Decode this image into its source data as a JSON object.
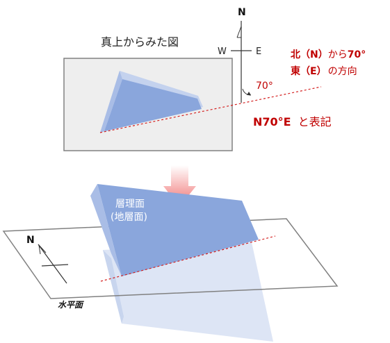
{
  "top_view": {
    "title": "真上からみた図"
  },
  "compass_top": {
    "north": "N",
    "west": "W",
    "east": "E"
  },
  "angle": {
    "label": "70°"
  },
  "annotation": {
    "line1_bold_a": "北（N）",
    "line1_normal": "から",
    "line1_bold_b": "70°",
    "line2_bold": "東（E）",
    "line2_normal": "の方向",
    "notation_bold": "N70°E",
    "notation_normal": "と表記"
  },
  "strata_plane": {
    "line1": "層理面",
    "line2": "(地層面)"
  },
  "horizontal_plane": {
    "label": "水平面"
  },
  "compass_bottom": {
    "north": "N"
  },
  "colors": {
    "plane_blue": "#8aa6dc",
    "plane_light": "#c4d2ee",
    "plane_faded": "#dde5f5",
    "strike_red": "#d42020",
    "arrow_top": "#ffffff",
    "arrow_bottom": "#f07070",
    "box_fill": "#eeeeee",
    "box_stroke": "#808080"
  }
}
